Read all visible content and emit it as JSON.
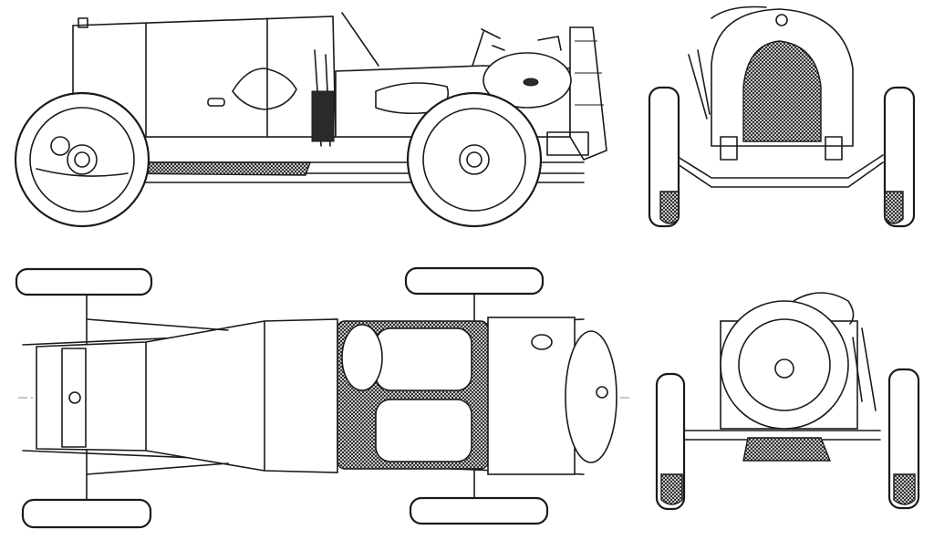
{
  "drawing": {
    "views": [
      "side-view",
      "front-view",
      "top-view",
      "rear-view"
    ],
    "colors": {
      "ink": "#1a1a1a",
      "paper": "#ffffff",
      "mesh": "#2a2a2a"
    }
  }
}
